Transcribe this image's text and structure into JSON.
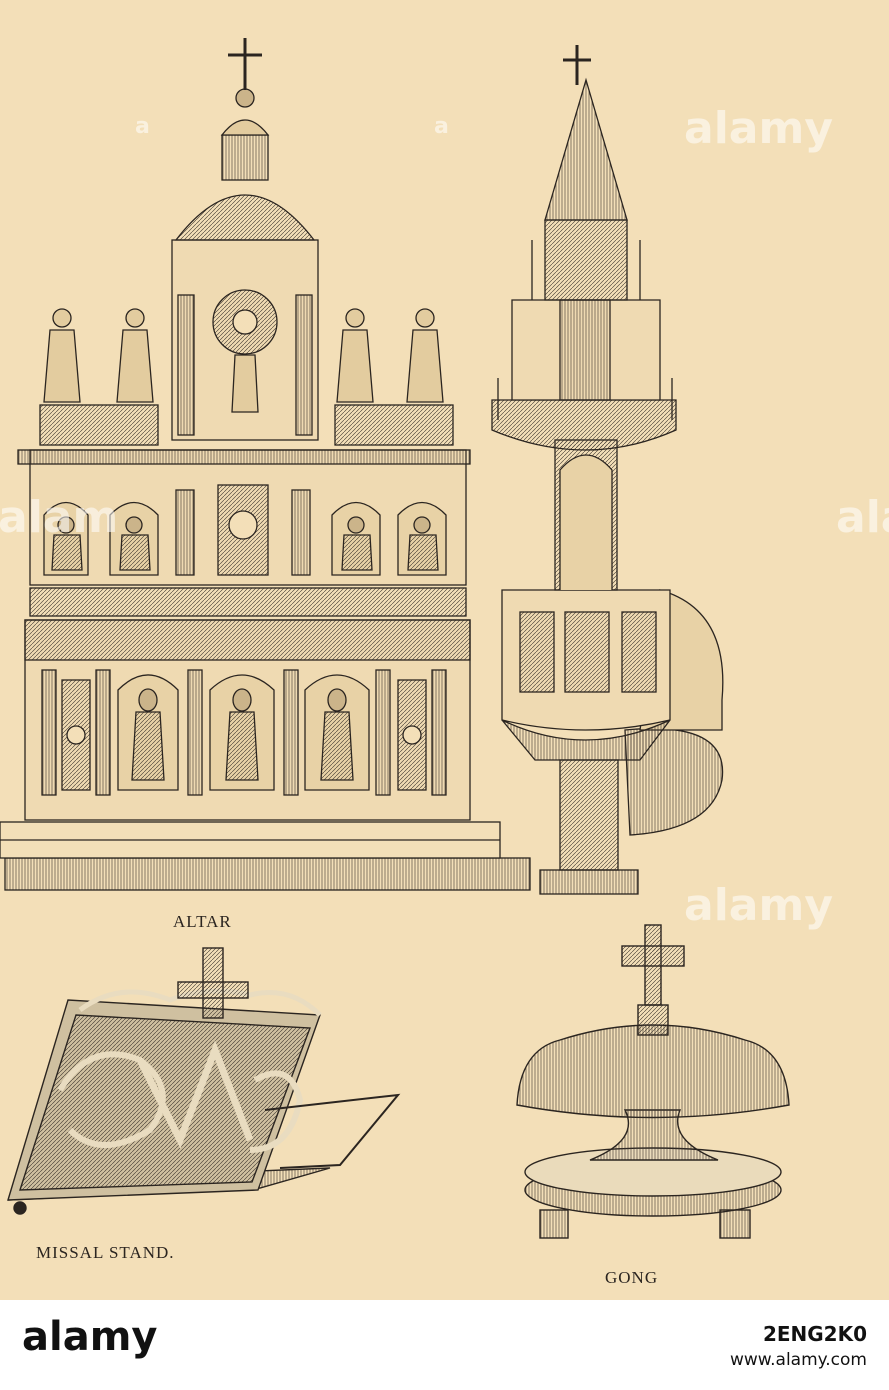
{
  "captions": {
    "altar": "ALTAR",
    "missal_stand": "MISSAL STAND.",
    "gong": "GONG"
  },
  "watermark": {
    "text": "alamy",
    "edge_left": "alam",
    "edge_right": "ala",
    "corner_a": "a",
    "corner_b": "a"
  },
  "footer": {
    "logo": "alamy",
    "image_id": "2ENG2K0",
    "url": "www.alamy.com"
  },
  "colors": {
    "paper": "#f3dfb8",
    "ink": "#2b2520",
    "footer_bg": "#ffffff"
  }
}
